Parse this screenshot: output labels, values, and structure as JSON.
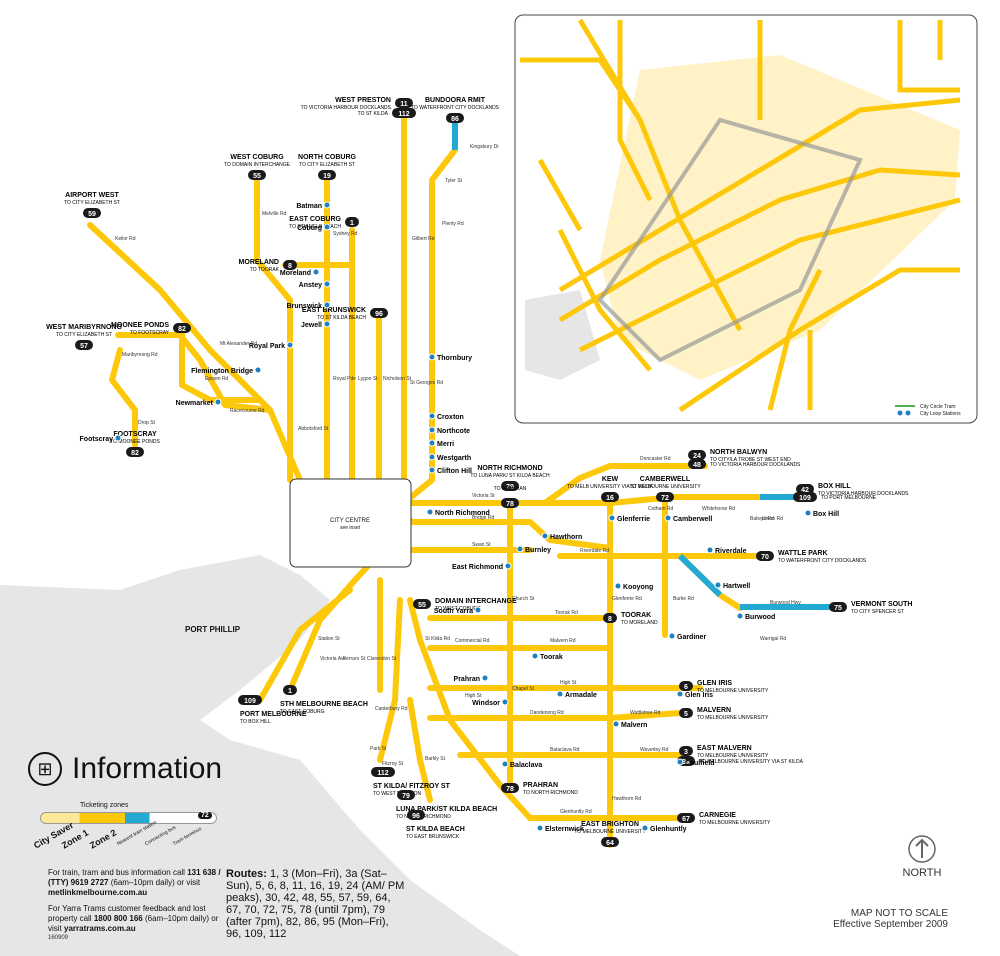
{
  "colors": {
    "route": "#fdc80a",
    "loop": "#22a9d4",
    "bay": "#e5e5e5",
    "stop": "#1f7fbf",
    "terminus": "#f29420",
    "badge": "#1a1a1a"
  },
  "inset": {
    "city_centre": "CITY CENTRE",
    "see_inset": "see inset",
    "city_circle": "City Circle Tram",
    "city_loop": "City Loop Stations"
  },
  "routes_top": [
    {
      "num": "11",
      "name": "WEST PRESTON",
      "to": "TO VICTORIA HARBOUR DOCKLANDS"
    },
    {
      "num": "112",
      "name": "",
      "to": "TO ST KILDA"
    },
    {
      "num": "86",
      "name": "BUNDOORA RMIT",
      "to": "TO WATERFRONT CITY DOCKLANDS"
    },
    {
      "num": "55",
      "name": "WEST COBURG",
      "to": "TO DOMAIN INTERCHANGE"
    },
    {
      "num": "19",
      "name": "NORTH COBURG",
      "to": "TO CITY ELIZABETH ST"
    },
    {
      "num": "59",
      "name": "AIRPORT WEST",
      "to": "TO CITY ELIZABETH ST"
    },
    {
      "num": "1",
      "name": "EAST COBURG",
      "to": "TO STH MELB BEACH"
    },
    {
      "num": "8",
      "name": "MORELAND",
      "to": "TO TOORAK"
    },
    {
      "num": "96",
      "name": "EAST BRUNSWICK",
      "to": "TO ST KILDA BEACH"
    },
    {
      "num": "57",
      "name": "WEST MARIBYRNONG",
      "to": "TO CITY ELIZABETH ST"
    },
    {
      "num": "82",
      "name": "MOONEE PONDS",
      "to": "TO FOOTSCRAY"
    },
    {
      "num": "82",
      "name": "FOOTSCRAY",
      "to": "TO MOONEE PONDS"
    }
  ],
  "routes_east": [
    {
      "num": "24",
      "name": "NORTH BALWYN",
      "to": "TO CITY/LA TROBE ST WEST END"
    },
    {
      "num": "48",
      "name": "",
      "to": "TO VICTORIA HARBOUR DOCKLANDS"
    },
    {
      "num": "79",
      "name": "NORTH RICHMOND",
      "to": "TO LUNA PARK/ ST KILDA BEACH"
    },
    {
      "num": "78",
      "name": "",
      "to": "TO PRAHRAN"
    },
    {
      "num": "16",
      "name": "KEW",
      "to": "TO MELB UNIVERSITY VIA ST KILDA"
    },
    {
      "num": "72",
      "name": "CAMBERWELL",
      "to": "TO MELBOURNE UNIVERSITY"
    },
    {
      "num": "42",
      "name": "BOX HILL",
      "to": "TO VICTORIA HARBOUR DOCKLANDS"
    },
    {
      "num": "109",
      "name": "",
      "to": "TO PORT MELBOURNE"
    },
    {
      "num": "70",
      "name": "WATTLE PARK",
      "to": "TO WATERFRONT CITY DOCKLANDS"
    },
    {
      "num": "75",
      "name": "VERMONT SOUTH",
      "to": "TO CITY SPENCER ST"
    },
    {
      "num": "8",
      "name": "TOORAK",
      "to": "TO MORELAND"
    },
    {
      "num": "6",
      "name": "GLEN IRIS",
      "to": "TO MELBOURNE UNIVERSITY"
    },
    {
      "num": "5",
      "name": "MALVERN",
      "to": "TO MELBOURNE UNIVERSITY"
    },
    {
      "num": "3",
      "name": "EAST MALVERN",
      "to": "TO MELBOURNE UNIVERSITY"
    },
    {
      "num": "3a",
      "name": "",
      "to": "TO MELBOURNE UNIVERSITY VIA ST KILDA"
    },
    {
      "num": "67",
      "name": "CARNEGIE",
      "to": "TO MELBOURNE UNIVERSITY"
    },
    {
      "num": "64",
      "name": "EAST BRIGHTON",
      "to": "TO MELBOURNE UNIVERSITY"
    },
    {
      "num": "78",
      "name": "PRAHRAN",
      "to": "TO NORTH RICHMOND"
    },
    {
      "num": "55",
      "name": "DOMAIN INTERCHANGE",
      "to": "TO WEST COBURG"
    }
  ],
  "routes_south": [
    {
      "num": "109",
      "name": "PORT MELBOURNE",
      "to": "TO BOX HILL"
    },
    {
      "num": "1",
      "name": "STH MELBOURNE BEACH",
      "to": "TO EAST COBURG"
    },
    {
      "num": "112",
      "name": "ST KILDA/ FITZROY ST",
      "to": "TO WEST PRESTON"
    },
    {
      "num": "79",
      "name": "LUNA PARK/ST KILDA BEACH",
      "to": "TO NORTH RICHMOND"
    },
    {
      "num": "96",
      "name": "ST KILDA BEACH",
      "to": "TO EAST BRUNSWICK"
    }
  ],
  "stops": [
    "Batman",
    "Coburg",
    "Moreland",
    "Anstey",
    "Brunswick",
    "Jewell",
    "Royal Park",
    "Flemington Bridge",
    "Newmarket",
    "Thornbury",
    "Croxton",
    "Northcote",
    "Merri",
    "Westgarth",
    "Clifton Hill",
    "North Richmond",
    "Hawthorn",
    "Burnley",
    "East Richmond",
    "Glenferrie",
    "Camberwell",
    "Box Hill",
    "Riverdale",
    "Hartwell",
    "Burwood",
    "Kooyong",
    "Gardiner",
    "South Yarra",
    "Toorak",
    "Prahran",
    "Armadale",
    "Glen Iris",
    "Windsor",
    "Malvern",
    "Balaclava",
    "Caulfield",
    "Elsternwick",
    "Glenhuntly",
    "Footscray"
  ],
  "streets": [
    "Victoria St",
    "Bridge Rd",
    "Swan St",
    "Riverdale Rd",
    "Toorak Rd",
    "Commercial Rd",
    "Malvern Rd",
    "High St",
    "Dandenong Rd",
    "Wattletree Rd",
    "Balaclava Rd",
    "Waverley Rd",
    "Glenhuntly Rd",
    "Cotham Rd",
    "Whitehorse Rd",
    "Doncaster Rd",
    "Burwood Hwy",
    "Racecourse Rd",
    "Maribyrnong Rd",
    "Keilor Rd",
    "St Georges Rd",
    "Gilbert Rd",
    "Nicholson St",
    "Lygon St",
    "Royal Pde",
    "Sydney Rd",
    "Melville Rd",
    "Church St",
    "Chapel St",
    "St Kilda Rd",
    "Glenferrie Rd",
    "Hawthorn Rd",
    "Burke Rd",
    "Warrigal Rd",
    "Station St",
    "Victoria Ave",
    "Ferrars St",
    "Clarendon St",
    "High St",
    "Plenty Rd",
    "Kingsbury Dr",
    "Tyler St",
    "Union Rd",
    "Balwyn Rd",
    "Epsom Rd",
    "Mt Alexander Rd",
    "Abbotsford St",
    "Drop St",
    "Park St",
    "Fitzroy St",
    "Canterbury Rd",
    "Barkly St"
  ],
  "port_phillip": "PORT PHILLIP",
  "information": {
    "title": "Information",
    "ticketing_zones": "Ticketing zones",
    "legend": [
      "City Saver",
      "Zone 1",
      "Zone 2",
      "Nearest train station",
      "Connecting bus",
      "Tram terminus"
    ],
    "badge": "72",
    "contact1": "For train, tram and bus information call",
    "contact1b": "131 638 / (TTY) 9619 2727",
    "contact1c": "(6am–10pm daily)",
    "contact1d": "or visit",
    "contact1e": "metlinkmelbourne.com.au",
    "contact2": "For Yarra Trams customer feedback and lost property call",
    "contact2b": "1800 800 166",
    "contact2c": "(6am–10pm daily)",
    "contact2d": "or visit",
    "contact2e": "yarratrams.com.au",
    "routes_label": "Routes:",
    "routes_text": "1, 3 (Mon–Fri), 3a (Sat–Sun), 5, 6, 8, 11, 16, 19, 24 (AM/ PM peaks), 30, 42, 48, 55, 57, 59, 64, 67, 70, 72, 75, 78 (until 7pm), 79 (after 7pm), 82, 86, 95 (Mon–Fri), 96, 109, 112",
    "code": "160909"
  },
  "north": "NORTH",
  "not_to_scale": "MAP NOT TO SCALE",
  "effective": "Effective September 2009"
}
